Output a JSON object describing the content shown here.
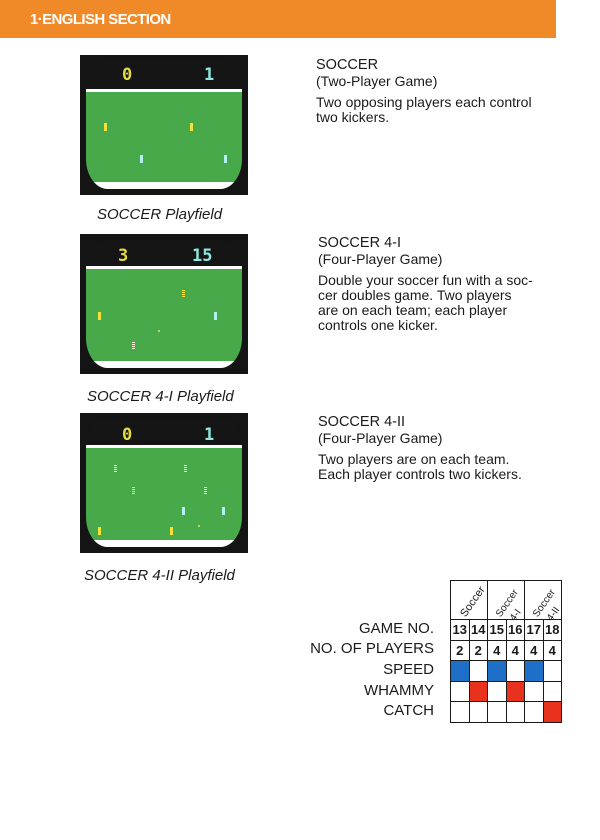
{
  "header": {
    "section": "1·ENGLISH SECTION",
    "color": "#f08a28"
  },
  "games": [
    {
      "title": "SOCCER",
      "players": "(Two-Player Game)",
      "description": [
        "Two opposing players each control",
        "two kickers."
      ],
      "caption": "SOCCER Playfield",
      "score_left": "0",
      "score_right": "1"
    },
    {
      "title": "SOCCER 4-I",
      "players": "(Four-Player Game)",
      "description": [
        "Double your soccer fun with a soc-",
        "cer doubles game. Two players",
        "are on each team; each player",
        "controls one kicker."
      ],
      "caption": "SOCCER 4-I Playfield",
      "score_left": "3",
      "score_right": "15"
    },
    {
      "title": "SOCCER 4-II",
      "players": "(Four-Player Game)",
      "description": [
        "Two players are on each team.",
        "Each player controls two kickers."
      ],
      "caption": "SOCCER 4-II Playfield",
      "score_left": "0",
      "score_right": "1"
    }
  ],
  "table": {
    "headers": [
      "Soccer",
      "Soccer 4-I",
      "Soccer 4-II"
    ],
    "row_labels": [
      "GAME NO.",
      "NO. OF PLAYERS",
      "SPEED",
      "WHAMMY",
      "CATCH"
    ],
    "game_numbers": [
      "13",
      "14",
      "15",
      "16",
      "17",
      "18"
    ],
    "players": [
      "2",
      "2",
      "4",
      "4",
      "4",
      "4"
    ],
    "speed": [
      "blue",
      "white",
      "blue",
      "white",
      "blue",
      "white"
    ],
    "whammy": [
      "white",
      "red",
      "white",
      "red",
      "white",
      "white"
    ],
    "catch": [
      "white",
      "white",
      "white",
      "white",
      "white",
      "red"
    ],
    "colors": {
      "blue": "#1e6fc8",
      "red": "#e8321e",
      "white": "#ffffff"
    }
  }
}
